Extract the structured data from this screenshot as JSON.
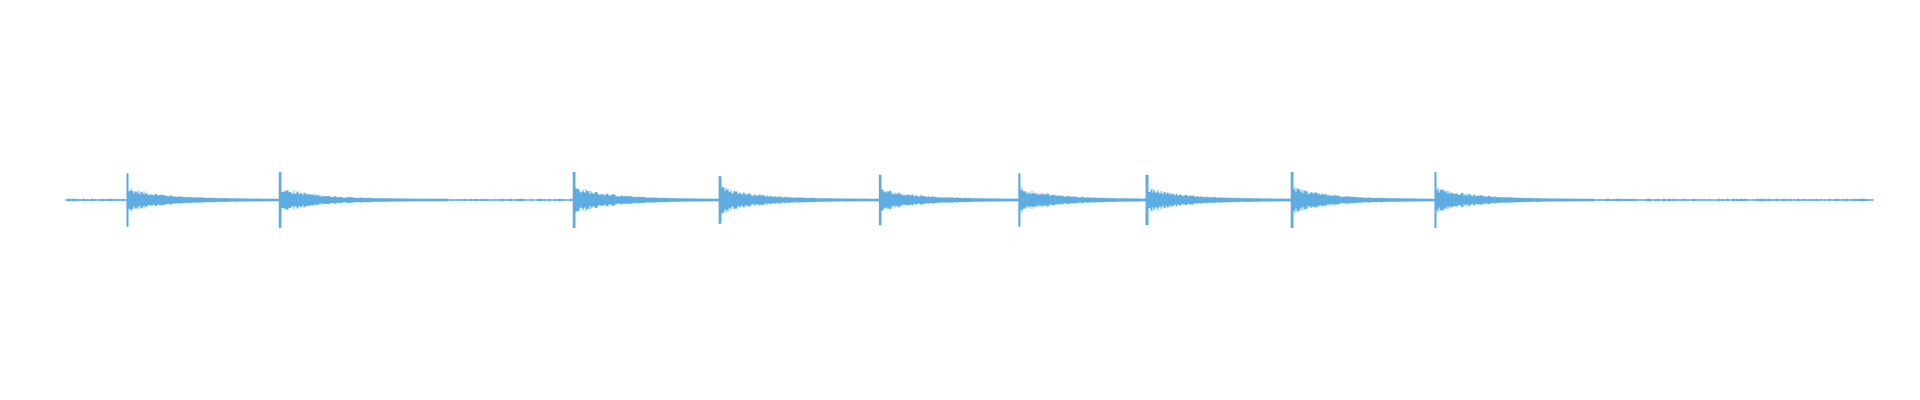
{
  "waveform": {
    "color": "#5dade2",
    "baseline_amplitude": 0.035,
    "onset_times_sec": [
      0.0,
      2.12,
      6.21,
      8.24,
      10.47,
      12.41,
      14.18,
      16.2,
      18.2
    ],
    "onsets": [
      {
        "peak": 0.95,
        "body": 0.42
      },
      {
        "peak": 1.0,
        "body": 0.45
      },
      {
        "peak": 1.0,
        "body": 0.48
      },
      {
        "peak": 0.85,
        "body": 0.48
      },
      {
        "peak": 0.9,
        "body": 0.4
      },
      {
        "peak": 0.95,
        "body": 0.42
      },
      {
        "peak": 0.9,
        "body": 0.45
      },
      {
        "peak": 1.0,
        "body": 0.45
      },
      {
        "peak": 1.0,
        "body": 0.45
      }
    ]
  }
}
